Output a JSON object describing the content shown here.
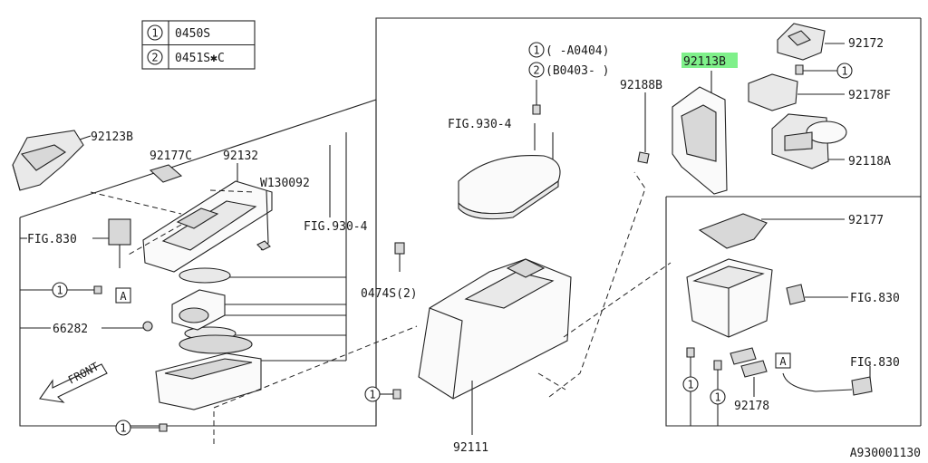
{
  "legend": [
    {
      "num": "1",
      "code": "0450S"
    },
    {
      "num": "2",
      "code": "0451S✱C"
    }
  ],
  "callout_circle": "1",
  "applicability": [
    {
      "num": "1",
      "text": "( -A0404)"
    },
    {
      "num": "2",
      "text": "(B0403- )"
    }
  ],
  "labels": {
    "p92123B": "92123B",
    "p92177C": "92177C",
    "p92132": "92132",
    "w130092": "W130092",
    "fig930_left": "FIG.930-4",
    "fig930_top": "FIG.930-4",
    "fig830_left": "FIG.830",
    "p66282": "66282",
    "front": "FRONT",
    "p0474S": "0474S(2)",
    "p92111": "92111",
    "p92188B": "92188B",
    "p92113B": "92113B",
    "p92172": "92172",
    "p92178F": "92178F",
    "p92118A": "92118A",
    "p92177": "92177",
    "fig830_right1": "FIG.830",
    "fig830_right2": "FIG.830",
    "p92178": "92178",
    "boxA": "A",
    "footer": "A930001130"
  },
  "highlight_color": "#7ff08a"
}
